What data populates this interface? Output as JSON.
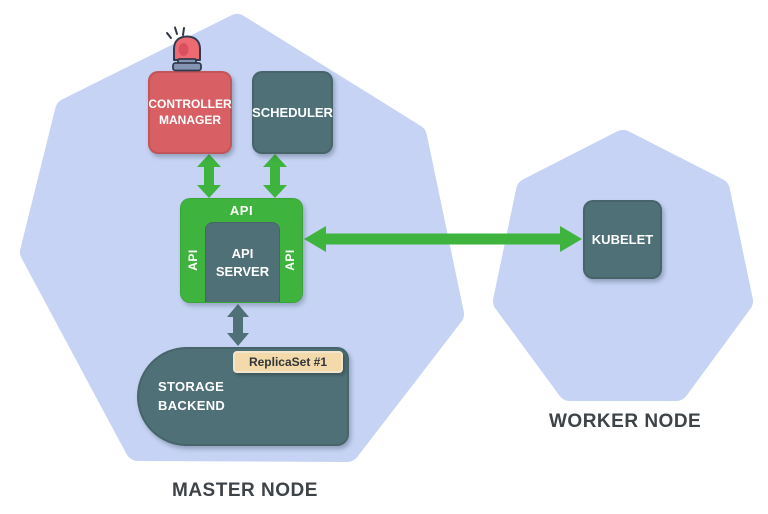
{
  "palette": {
    "node_fill": "#c6d3f4",
    "green": "#3eb43e",
    "teal": "#4e7076",
    "red": "#d85f63",
    "badge_fill": "#f4d9aa",
    "badge_text": "#2f3539",
    "node_label_text": "#3e4347"
  },
  "master_node": {
    "label": "MASTER NODE",
    "controller_manager": {
      "label": "CONTROLLER MANAGER"
    },
    "scheduler": {
      "label": "SCHEDULER"
    },
    "api_server": {
      "top_label": "API",
      "left_label": "API",
      "right_label": "API",
      "box_label": "API SERVER"
    },
    "storage_backend": {
      "label": "STORAGE BACKEND",
      "replicaset_badge": "ReplicaSet #1"
    }
  },
  "worker_node": {
    "label": "WORKER NODE",
    "kubelet": {
      "label": "KUBELET"
    }
  },
  "icons": {
    "siren": "emergency-siren-icon"
  }
}
